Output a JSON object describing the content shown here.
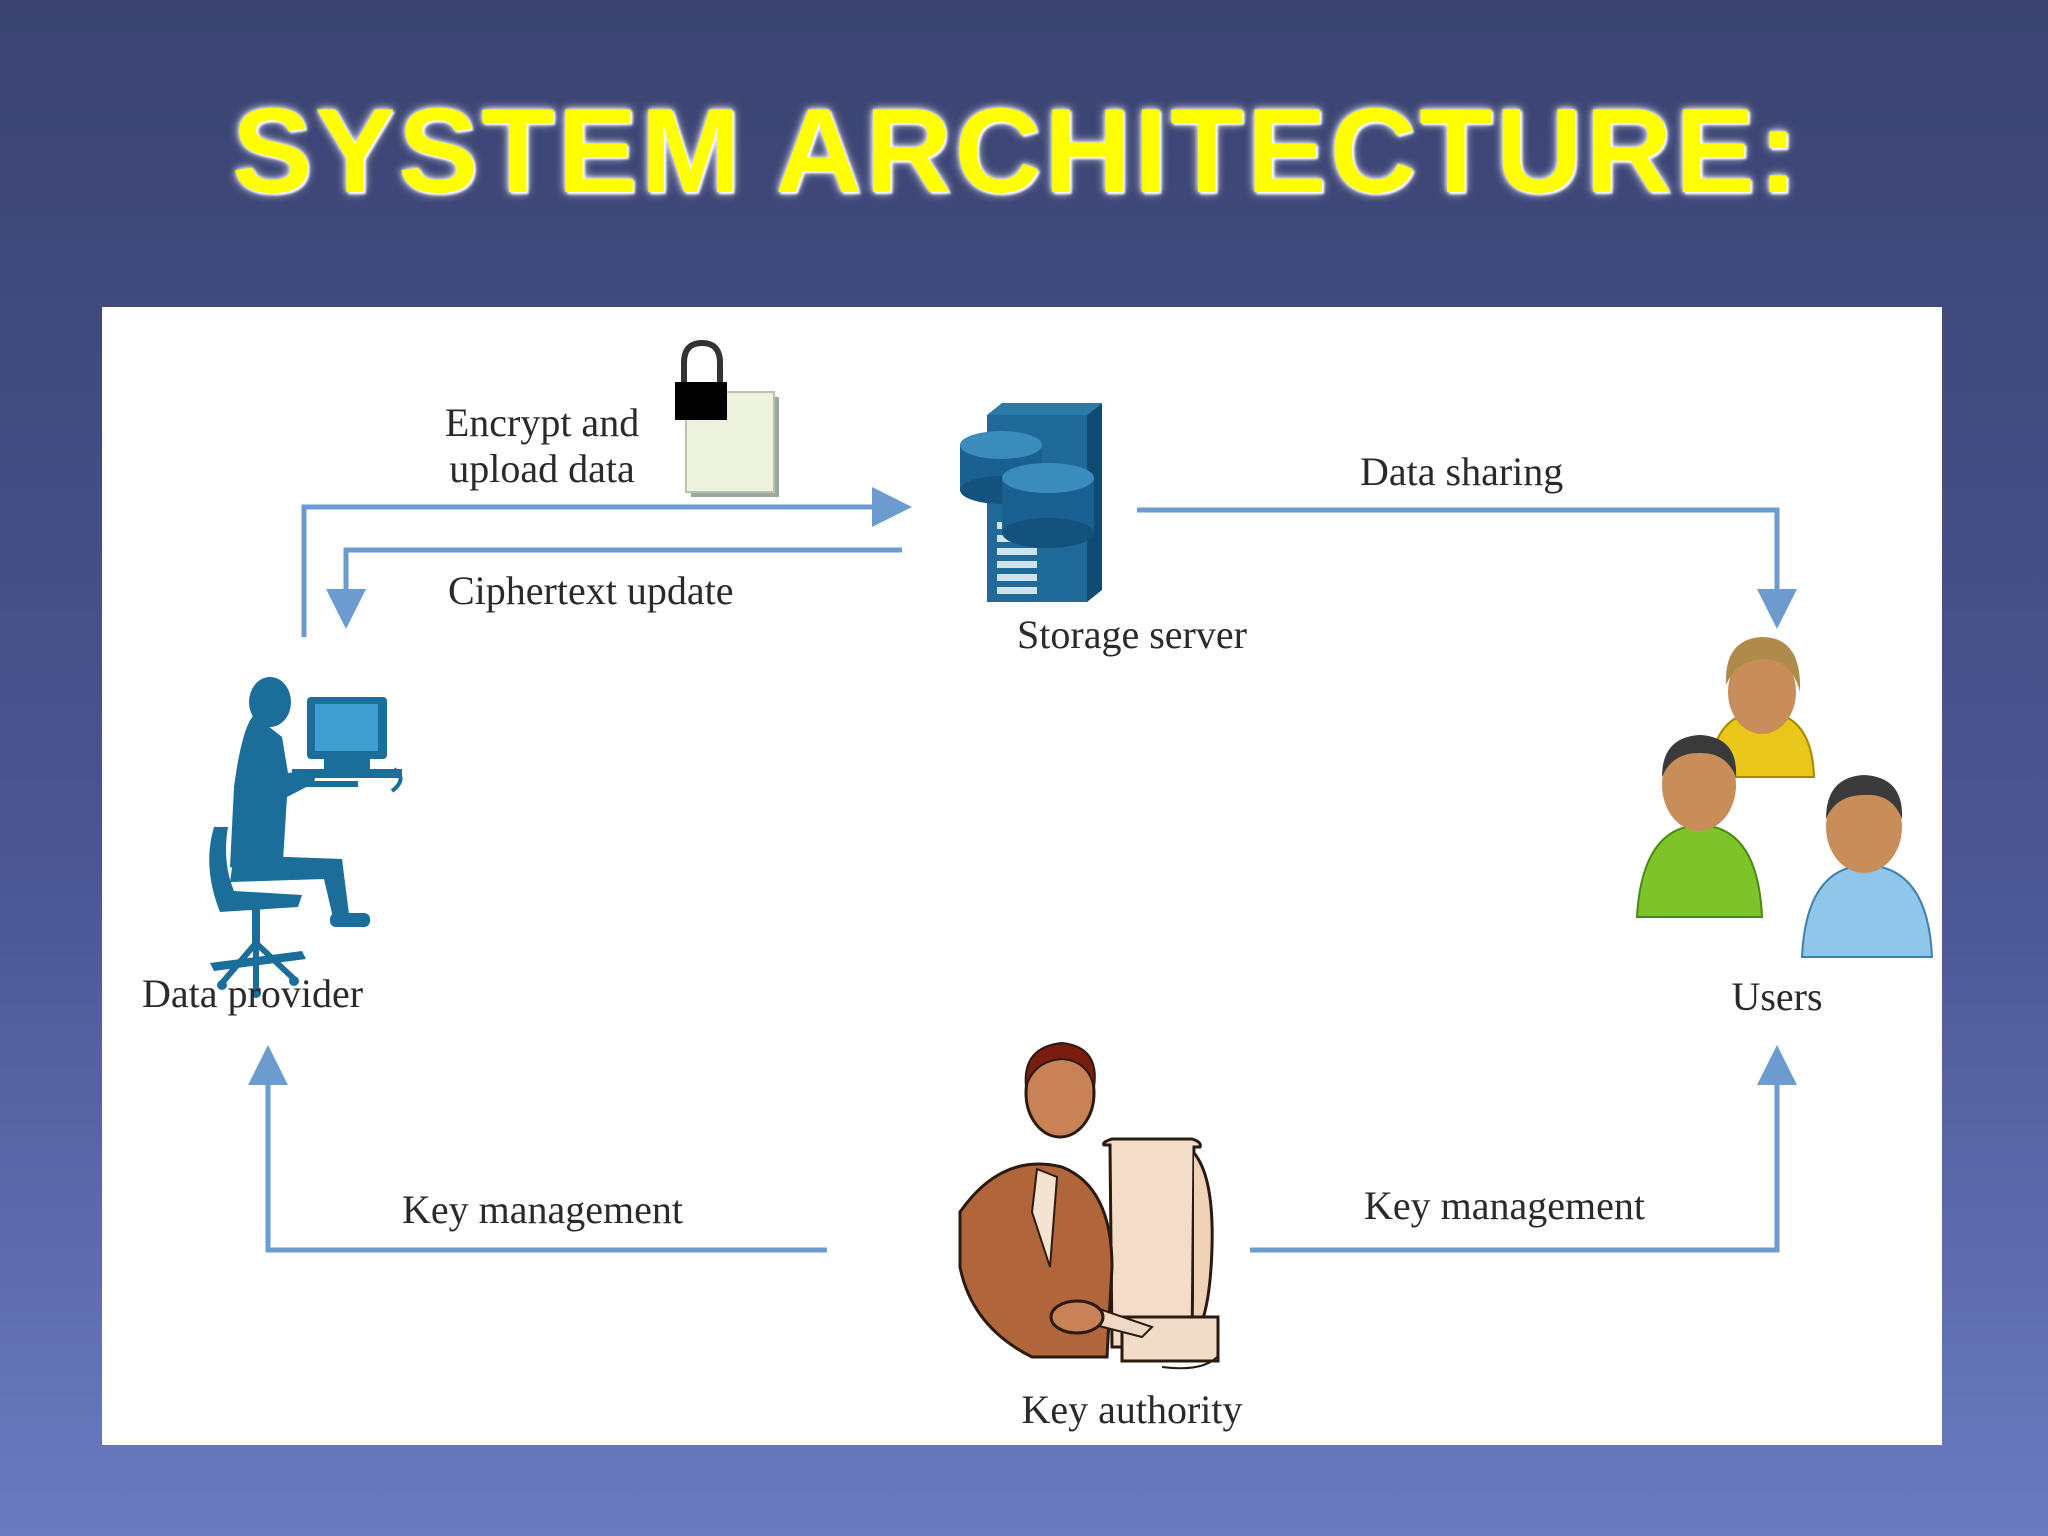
{
  "slide": {
    "title": "SYSTEM ARCHITECTURE:",
    "title_color": "#ffff00",
    "background_color": "#4a5592"
  },
  "diagram": {
    "arrow_color": "#6b9bcf",
    "nodes": {
      "storage_server": {
        "label": "Storage server",
        "icon": "server-icon"
      },
      "data_provider": {
        "label": "Data provider",
        "icon": "person-at-computer-icon"
      },
      "users": {
        "label": "Users",
        "icon": "users-group-icon"
      },
      "key_authority": {
        "label": "Key authority",
        "icon": "person-at-computer-icon"
      }
    },
    "edges": {
      "encrypt_upload": {
        "line1": "Encrypt and",
        "line2": "upload data",
        "icon": "locked-document-icon"
      },
      "ciphertext_update": {
        "label": "Ciphertext update"
      },
      "data_sharing": {
        "label": "Data sharing"
      },
      "key_management_left": {
        "label": "Key management"
      },
      "key_management_right": {
        "label": "Key management"
      }
    }
  }
}
